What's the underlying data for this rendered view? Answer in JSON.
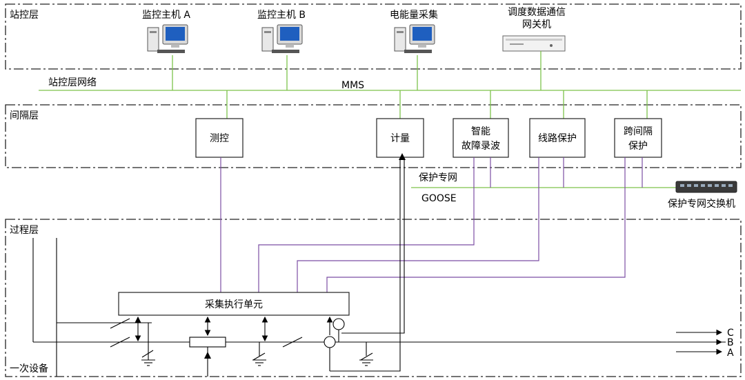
{
  "layers": {
    "station": "站控层",
    "bay": "间隔层",
    "process": "过程层",
    "primary": "一次设备"
  },
  "station_devices": {
    "host_a": "监控主机 A",
    "host_b": "监控主机 B",
    "energy": "电能量采集",
    "gateway_line1": "调度数据通信",
    "gateway_line2": "网关机"
  },
  "networks": {
    "station_net": "站控层网络",
    "mms": "MMS",
    "protection_net": "保护专网",
    "goose": "GOOSE",
    "switch": "保护专网交换机"
  },
  "bay_devices": {
    "measure_control": "测控",
    "metering": "计量",
    "fault_recorder_line1": "智能",
    "fault_recorder_line2": "故障录波",
    "line_protection": "线路保护",
    "cross_bay_line1": "跨间隔",
    "cross_bay_line2": "保护"
  },
  "process_devices": {
    "acquisition_unit": "采集执行单元"
  },
  "phases": [
    "C",
    "B",
    "A"
  ],
  "colors": {
    "mms_line": "#7dc24a",
    "goose_line": "#7b4ea3",
    "layer_border": "#222222"
  }
}
